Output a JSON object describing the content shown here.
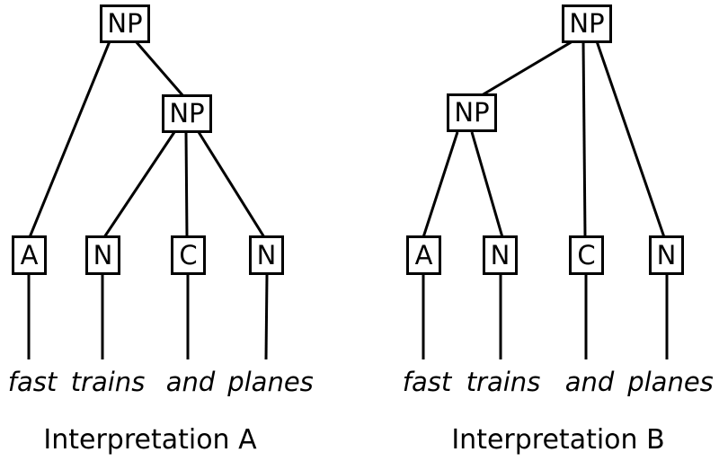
{
  "diagram": {
    "type": "syntax-parse-trees",
    "phrase": "fast trains and planes",
    "background_color": "#ffffff",
    "line_color": "#000000",
    "trees": [
      {
        "caption": "Interpretation A",
        "root_label": "NP",
        "inner_label": "NP",
        "structure_note": "root NP dominates A and inner NP; inner NP dominates N, C, N",
        "leaves": [
          "A",
          "N",
          "C",
          "N"
        ],
        "words": [
          "fast",
          "trains",
          "and",
          "planes"
        ]
      },
      {
        "caption": "Interpretation B",
        "root_label": "NP",
        "inner_label": "NP",
        "structure_note": "root NP dominates inner NP, C and N; inner NP dominates A and N",
        "leaves": [
          "A",
          "N",
          "C",
          "N"
        ],
        "words": [
          "fast",
          "trains",
          "and",
          "planes"
        ]
      }
    ]
  }
}
